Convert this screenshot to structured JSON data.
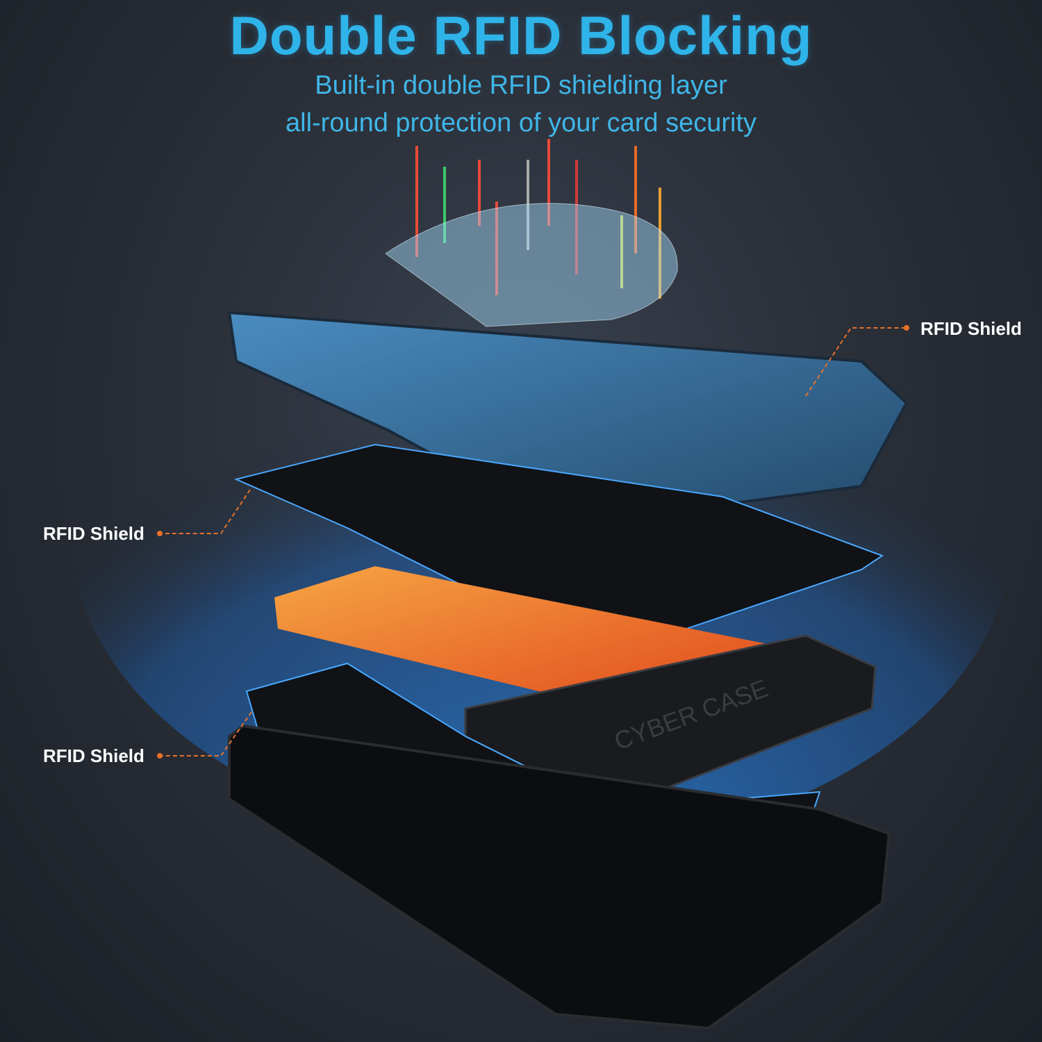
{
  "header": {
    "title": "Double RFID Blocking",
    "subtitle_line1": "Built-in double RFID shielding layer",
    "subtitle_line2": "all-round protection of your card security"
  },
  "callouts": [
    {
      "label": "RFID Shield"
    },
    {
      "label": "RFID Shield"
    },
    {
      "label": "RFID Shield"
    }
  ],
  "product": {
    "logo_text": "CYBER CASE"
  },
  "colors": {
    "title": "#2fb4ea",
    "callout_line": "#e8712a",
    "glow": "#3aa0ff",
    "card": "#f06a1c"
  }
}
